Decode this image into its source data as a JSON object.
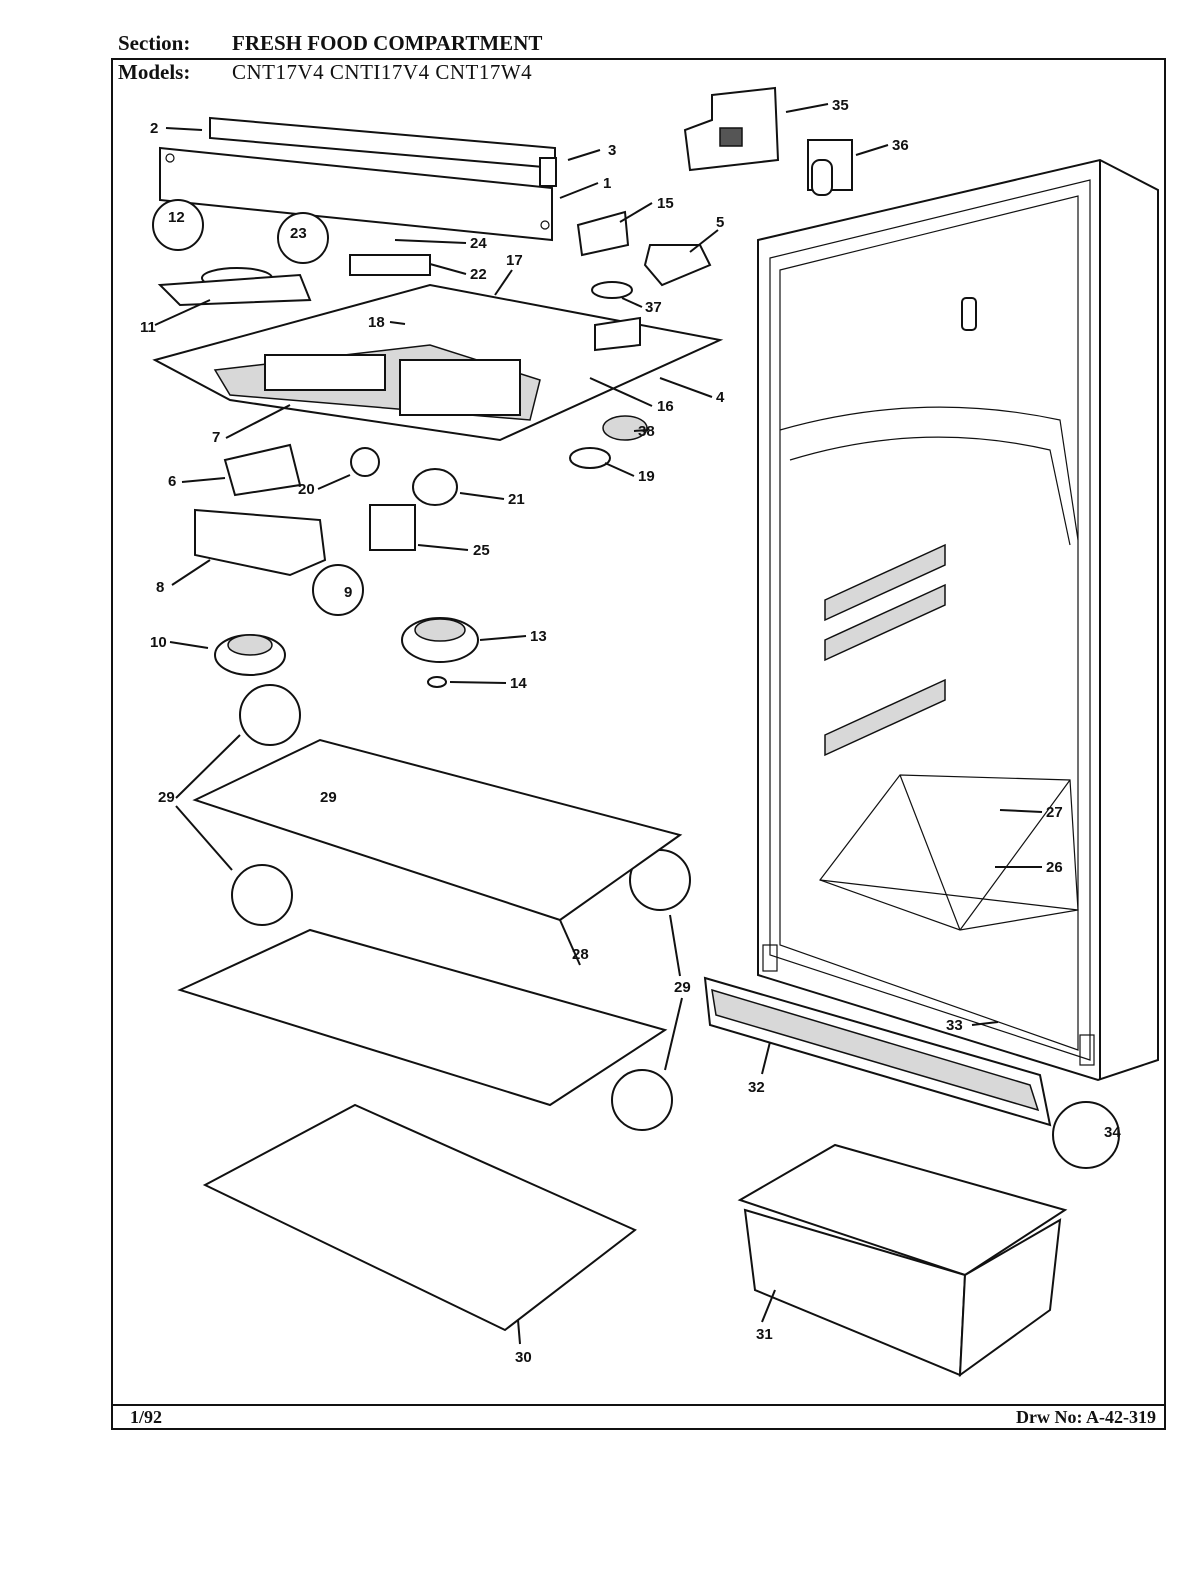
{
  "header": {
    "section_label": "Section:",
    "section_value": "FRESH FOOD COMPARTMENT",
    "models_label": "Models:",
    "models_value": "CNT17V4  CNTI17V4  CNT17W4"
  },
  "footer": {
    "date": "1/92",
    "drawing_no": "Drw No: A-42-319"
  },
  "callouts": [
    "1",
    "2",
    "3",
    "4",
    "5",
    "6",
    "7",
    "8",
    "9",
    "10",
    "11",
    "12",
    "13",
    "14",
    "15",
    "16",
    "17",
    "18",
    "19",
    "20",
    "21",
    "22",
    "23",
    "24",
    "25",
    "26",
    "27",
    "28",
    "29",
    "29",
    "29",
    "30",
    "31",
    "32",
    "33",
    "34",
    "35",
    "36",
    "37",
    "38"
  ]
}
